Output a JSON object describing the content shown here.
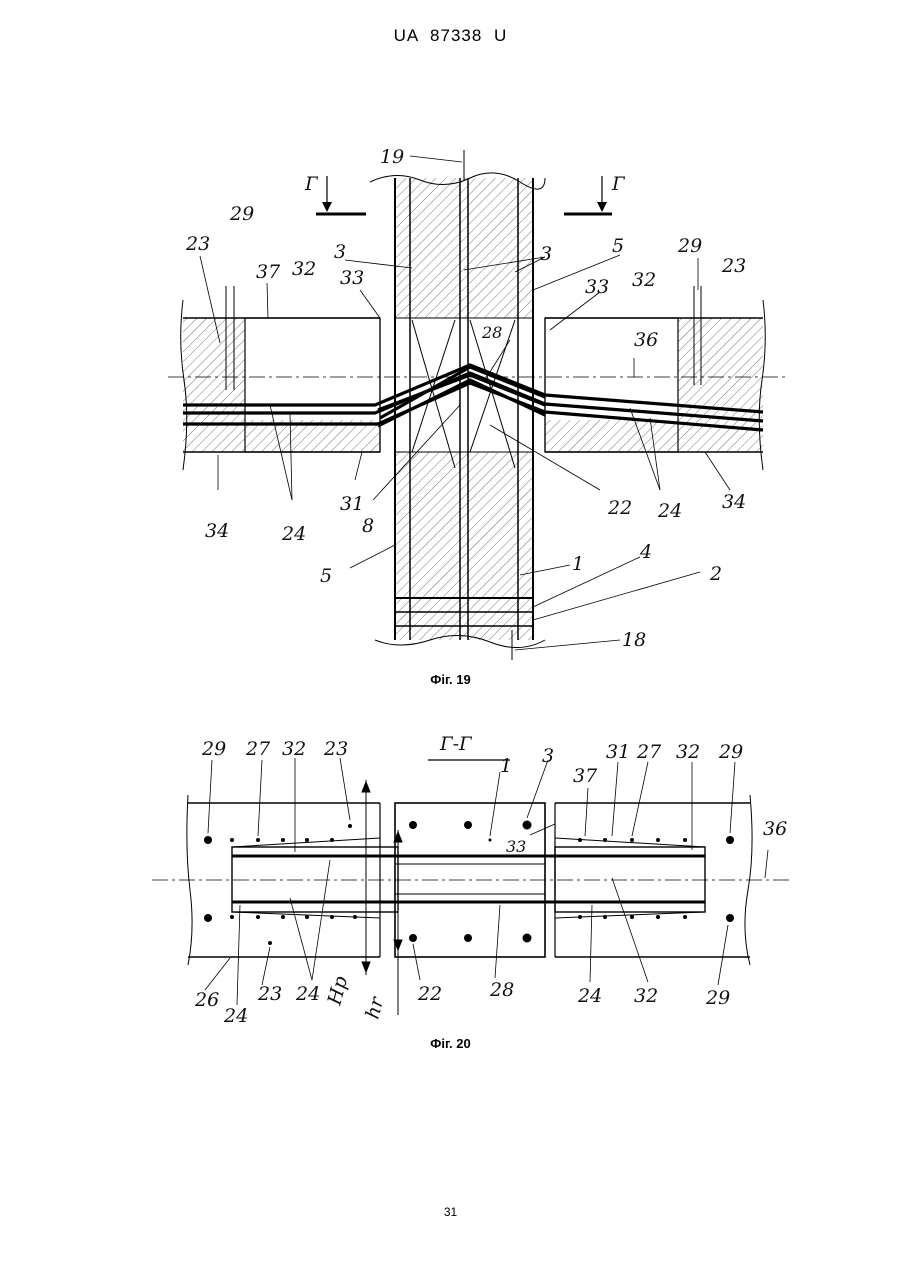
{
  "header": {
    "patent_number": "UA 87338 U"
  },
  "figure19": {
    "caption": "Фіг. 19",
    "section_marks": [
      "Г",
      "Г"
    ],
    "labels": {
      "l19": "19",
      "l3a": "3",
      "l3b": "3",
      "l5a": "5",
      "l29a": "29",
      "l23a": "23",
      "l37": "37",
      "l32a": "32",
      "l33a": "33",
      "l29b": "29",
      "l23b": "23",
      "l33b": "33",
      "l32b": "32",
      "l28": "28",
      "l36": "36",
      "l34a": "34",
      "l24a": "24",
      "l31": "31",
      "l8": "8",
      "l22": "22",
      "l24b": "24",
      "l34b": "34",
      "l5b": "5",
      "l1": "1",
      "l4": "4",
      "l2": "2",
      "l18": "18"
    }
  },
  "figure20": {
    "caption": "Фіг. 20",
    "section_title": "Г-Г",
    "labels": {
      "m29a": "29",
      "m27a": "27",
      "m32a": "32",
      "m23a": "23",
      "m3": "3",
      "m1": "1",
      "m37": "37",
      "m31": "31",
      "m27b": "27",
      "m32b": "32",
      "m29b": "29",
      "m36": "36",
      "m33": "33",
      "m26": "26",
      "m24a": "24",
      "m23b": "23",
      "m24b": "24",
      "mHp": "Hp",
      "mhr": "hr",
      "m22": "22",
      "m28": "28",
      "m24c": "24",
      "m32c": "32",
      "m29c": "29"
    }
  },
  "page": {
    "number": "31"
  }
}
